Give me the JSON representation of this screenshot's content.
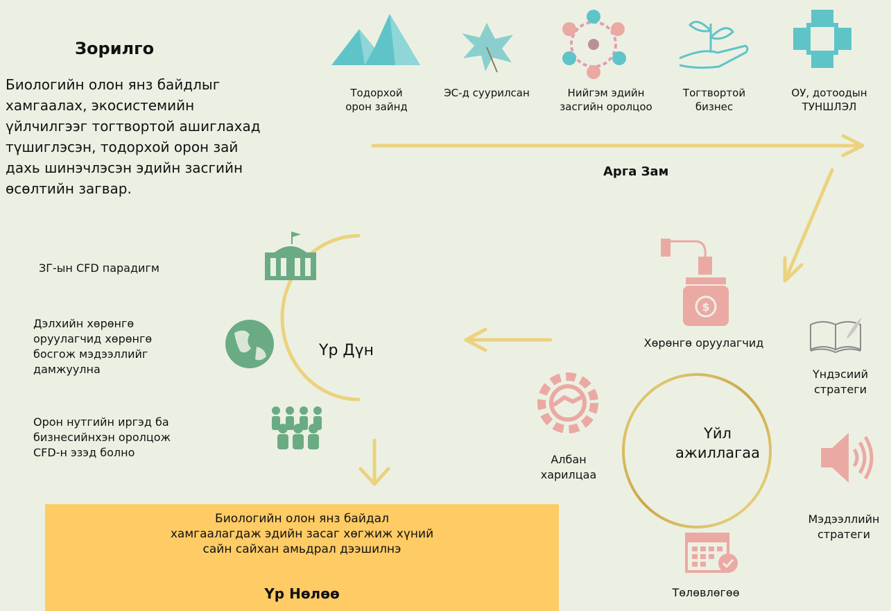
{
  "goal": {
    "title": "Зорилго",
    "lines": [
      "Биологийн олон янз байдлыг",
      "хамгаалах, экосистемийн",
      "үйлчилгээг тогтвортой ашиглахад",
      "түшиглэсэн, тодорхой орон зай",
      "дахь шинэчлэсэн эдийн засгийн",
      "өсөлтийн загвар."
    ]
  },
  "approach": {
    "title": "Арга Зам",
    "items": [
      {
        "line1": "Тодорхой",
        "line2": "орон зайнд",
        "icon": "mountains-icon"
      },
      {
        "line1": "ЭС-д суурилсан",
        "line2": "",
        "icon": "leaf-icon"
      },
      {
        "line1": "Нийгэм эдийн",
        "line2": "засгийн оролцоо",
        "icon": "people-circle-icon"
      },
      {
        "line1": "Тогтвортой",
        "line2": "бизнес",
        "icon": "hand-plant-icon"
      },
      {
        "line1": "ОУ, дотоодын",
        "line2": "ТУНШЛЭЛ",
        "icon": "joined-hands-icon"
      }
    ]
  },
  "results": {
    "title": "Үр Дүн",
    "items": [
      {
        "lines": [
          "ЗГ-ын CFD парадигм"
        ],
        "icon": "government-building-icon"
      },
      {
        "lines": [
          "Дэлхийн хөрөнгө",
          "оруулагчид хөрөнгө",
          "босгож мэдээллийг",
          "дамжуулна"
        ],
        "icon": "globe-icon"
      },
      {
        "lines": [
          "Орон нутгийн иргэд ба",
          "бизнесийнхэн оролцож",
          "CFD-н эзэд болно"
        ],
        "icon": "community-icon"
      }
    ]
  },
  "impact": {
    "lines": [
      "Биологийн олон янз байдал",
      "хамгаалагдаж эдийн засаг хөгжиж хүний",
      "сайн сайхан амьдрал дээшилнэ"
    ],
    "title": "Үр Нөлөө"
  },
  "activities": {
    "center_lines": [
      "Үйл",
      "ажиллагаа"
    ],
    "investors": {
      "label": "Хөрөнгө оруулагчид",
      "icon": "investment-jar-icon"
    },
    "public_relations": {
      "lines": [
        "Албан",
        "харилцаа"
      ],
      "icon": "handshake-gear-icon"
    },
    "national_strategy": {
      "lines": [
        "Үндэсиий",
        "стратеги"
      ],
      "icon": "book-icon"
    },
    "info_strategy": {
      "lines": [
        "Мэдээллийн",
        "стратеги"
      ],
      "icon": "speaker-icon"
    },
    "planning": {
      "label": "Төлөвлөгөө",
      "icon": "calendar-icon"
    }
  },
  "colors": {
    "background": "#ecf0e3",
    "arrow": "#ecd27e",
    "teal": "#5fc4c8",
    "green": "#6aab84",
    "pink": "#eba9a3",
    "impact_box": "#fecb65"
  }
}
